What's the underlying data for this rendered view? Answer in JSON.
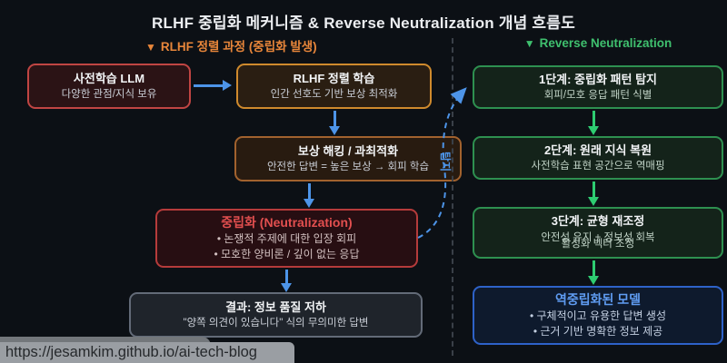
{
  "title": "RLHF 중립화 메커니즘 & Reverse Neutralization 개념 흐름도",
  "headers": {
    "left": {
      "icon": "▼",
      "label": "RLHF 정렬 과정 (중립화 발생)"
    },
    "right": {
      "icon": "▼",
      "label": "Reverse Neutralization"
    }
  },
  "left": {
    "box_pretrain": {
      "title": "사전학습 LLM",
      "subtitle": "다양한 관점/지식 보유"
    },
    "box_rlhf": {
      "title": "RLHF 정렬 학습",
      "subtitle": "인간 선호도 기반 보상 최적화"
    },
    "box_reward": {
      "title": "보상 해킹 / 과최적화",
      "subtitle": "안전한 답변 = 높은 보상 → 회피 학습"
    },
    "box_neutral": {
      "title": "중립화 (Neutralization)",
      "bullets": [
        "•  논쟁적 주제에 대한 입장 회피",
        "•  모호한 양비론 / 깊이 없는 응답"
      ]
    },
    "box_result": {
      "title": "결과: 정보 품질 저하",
      "subtitle": "\"양쪽 의견이 있습니다\" 식의 무의미한 답변"
    }
  },
  "right": {
    "box_step1": {
      "title": "1단계: 중립화 패턴 탐지",
      "subtitle": "회피/모호 응답 패턴 식별"
    },
    "box_step2": {
      "title": "2단계: 원래 지식 복원",
      "subtitle": "사전학습 표현 공간으로 역매핑"
    },
    "box_step3": {
      "title": "3단계: 균형 재조정",
      "lines": [
        "안전성 유지 + 정보성 회복",
        "활성화 벡터 조정"
      ]
    },
    "box_model": {
      "title": "역중립화된 모델",
      "bullets": [
        "•  구체적이고 유용한 답변 생성",
        "•  근거 기반 명확한 정보 제공"
      ]
    }
  },
  "curve_label": "탐지",
  "statusbar": {
    "url": "https://jesamkim.github.io/ai-tech-blog"
  },
  "colors": {
    "background": "#0c1015",
    "blue_arrow": "#4d94e8",
    "green_arrow": "#2ecc71",
    "orange_header": "#e8863a",
    "green_header": "#3fc06e",
    "red_node_title": "#e24f4f",
    "blue_node_title": "#5f9cf2",
    "statusbar_bg": "#9a9ea3"
  }
}
